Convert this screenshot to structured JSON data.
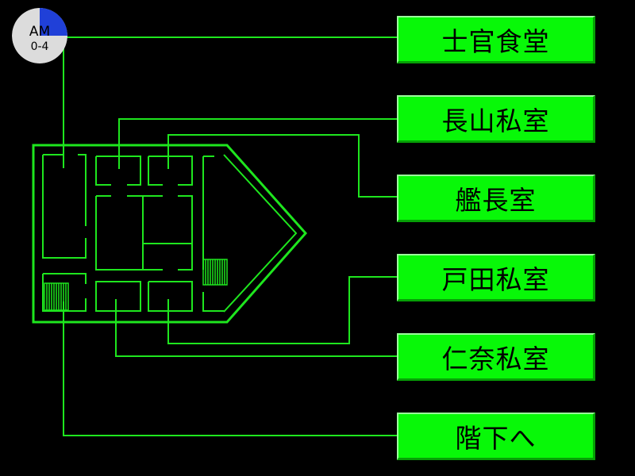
{
  "clock": {
    "period": "AM",
    "range": "0-4",
    "elapsed_fraction": 0.25,
    "face_color": "#dcdcdc",
    "fill_color": "#2040d8"
  },
  "colors": {
    "map_line": "#1ee61e",
    "button_fill": "#08f808"
  },
  "rooms": [
    {
      "id": "officers-mess",
      "label": "士官食堂"
    },
    {
      "id": "nagayama-room",
      "label": "長山私室"
    },
    {
      "id": "captain-room",
      "label": "艦長室"
    },
    {
      "id": "toda-room",
      "label": "戸田私室"
    },
    {
      "id": "nina-room",
      "label": "仁奈私室"
    },
    {
      "id": "downstairs",
      "label": "階下へ"
    }
  ]
}
